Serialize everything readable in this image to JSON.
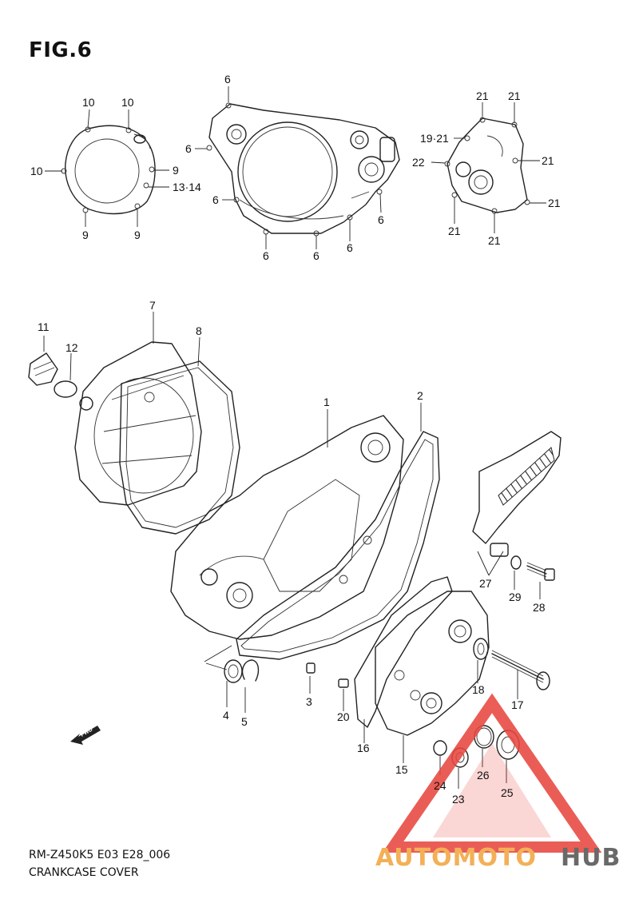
{
  "figure": {
    "title": "FIG.6",
    "model_code": "RM-Z450K5 E03 E28_006",
    "section_name": "CRANKCASE COVER"
  },
  "callouts": {
    "c10a": "10",
    "c10b": "10",
    "c10c": "10",
    "c9a": "9",
    "c9b": "9",
    "c9c": "9",
    "c1314": "13·14",
    "c6a": "6",
    "c6b": "6",
    "c6c": "6",
    "c6d": "6",
    "c6e": "6",
    "c6f": "6",
    "c6g": "6",
    "c21a": "21",
    "c21b": "21",
    "c21c": "21",
    "c21d": "21",
    "c21e": "21",
    "c21f": "21",
    "c1921": "19·21",
    "c22": "22",
    "c11": "11",
    "c12": "12",
    "c7": "7",
    "c8": "8",
    "c1": "1",
    "c2": "2",
    "c27": "27",
    "c29": "29",
    "c28": "28",
    "c4": "4",
    "c5": "5",
    "c3": "3",
    "c20": "20",
    "c16": "16",
    "c15": "15",
    "c18": "18",
    "c17": "17",
    "c24": "24",
    "c23": "23",
    "c26": "26",
    "c25": "25"
  },
  "icons": {
    "fwd_arrow": "FWD"
  },
  "watermark": {
    "brand_part1": "AUTOMOTO",
    "brand_part2": "HUB",
    "colors": {
      "triangle": "#e8473f",
      "part1": "#f2a640",
      "part2": "#555555"
    }
  }
}
